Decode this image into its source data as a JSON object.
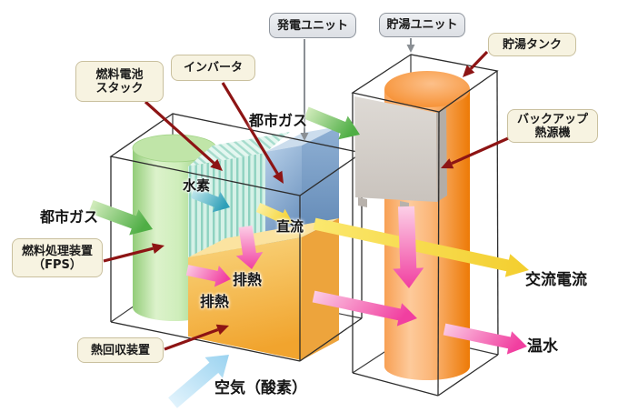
{
  "diagram": {
    "title_domain": "fuel-cell-cogeneration-diagram",
    "units": {
      "power_unit": {
        "label": "発電ユニット"
      },
      "storage_unit": {
        "label": "貯湯ユニット"
      }
    },
    "components": {
      "fuel_cell_stack": {
        "line1": "燃料電池",
        "line2": "スタック"
      },
      "inverter": {
        "label": "インバータ"
      },
      "storage_tank": {
        "label": "貯湯タンク"
      },
      "backup_heater": {
        "line1": "バックアップ",
        "line2": "熱源機"
      },
      "fuel_processor": {
        "line1": "燃料処理装置",
        "line2": "（FPS）"
      },
      "heat_recovery": {
        "label": "熱回収装置"
      }
    },
    "flows": {
      "city_gas_left": "都市ガス",
      "city_gas_top": "都市ガス",
      "hydrogen": "水素",
      "dc_current": "直流",
      "exhaust_heat_upper": "排熱",
      "exhaust_heat_lower": "排熱",
      "ac_current": "交流電流",
      "hot_water": "温水",
      "air_oxygen": "空気（酸素）"
    },
    "colors": {
      "city_gas_green": "#4fae45",
      "hydrogen_teal": "#2f9fb8",
      "electricity_yellow": "#f5d338",
      "heat_pink": "#f13fa0",
      "air_blue": "#9bd3f0",
      "annotation_red": "#8d1414",
      "tank_orange": "#ed7a06",
      "fps_green": "#82c366",
      "inverter_blue": "#6189b8",
      "heat_recovery_orange": "#f1a42e",
      "stack_teal": "#8ed2c0",
      "label_cream_bg": "#f7f3e1",
      "label_gray_bg": "#dcdfe4"
    }
  }
}
